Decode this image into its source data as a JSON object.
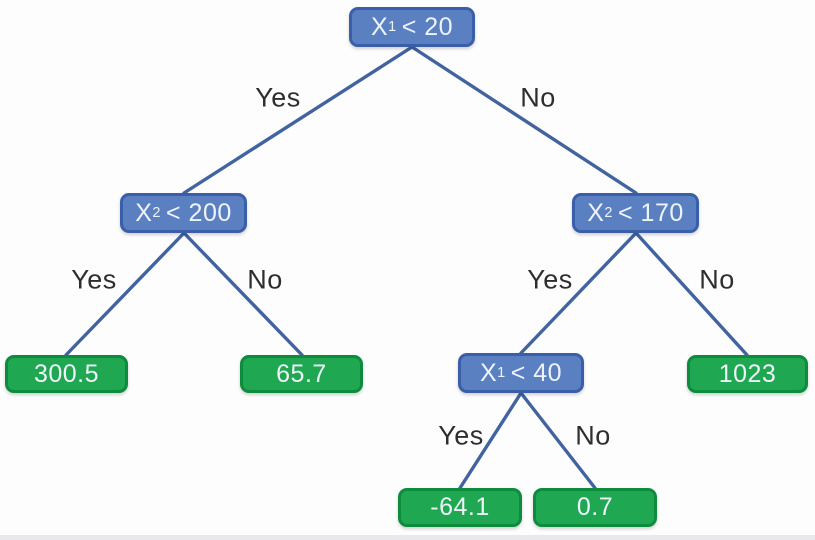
{
  "tree": {
    "decision_nodes": {
      "root": {
        "variable": "X",
        "subscript": "1",
        "comparison": "< 20"
      },
      "left": {
        "variable": "X",
        "subscript": "2",
        "comparison": "< 200"
      },
      "right": {
        "variable": "X",
        "subscript": "2",
        "comparison": "< 170"
      },
      "center": {
        "variable": "X",
        "subscript": "1",
        "comparison": "< 40"
      }
    },
    "leaf_nodes": {
      "left_left": {
        "value": "300.5"
      },
      "left_right": {
        "value": "65.7"
      },
      "right_right": {
        "value": "1023"
      },
      "center_left": {
        "value": "-64.1"
      },
      "center_right": {
        "value": "0.7"
      }
    },
    "edge_labels": {
      "root_yes": "Yes",
      "root_no": "No",
      "left_yes": "Yes",
      "left_no": "No",
      "right_yes": "Yes",
      "right_no": "No",
      "center_yes": "Yes",
      "center_no": "No"
    }
  },
  "colors": {
    "decision_fill": "#5b80c2",
    "decision_border": "#3a5fa8",
    "leaf_fill": "#1fa851",
    "leaf_border": "#0e8c3e",
    "edge_line": "#41639f",
    "node_text": "#eef3fa",
    "label_text": "#2e2e2e"
  }
}
